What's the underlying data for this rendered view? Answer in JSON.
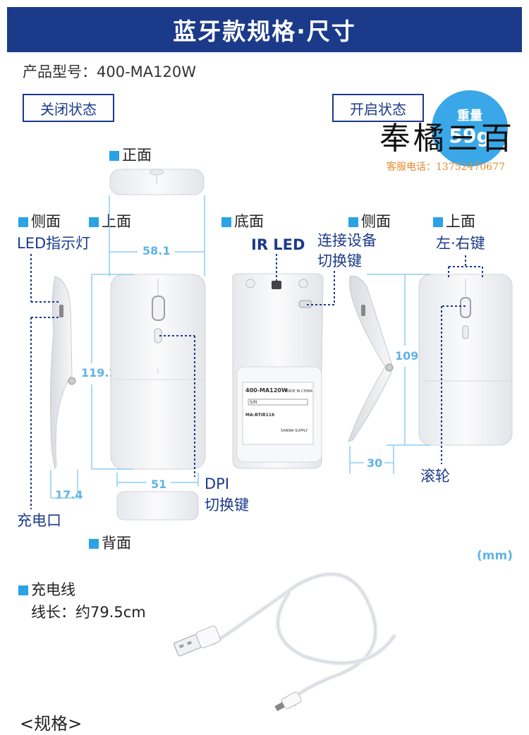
{
  "banner": {
    "title": "蓝牙款规格·尺寸"
  },
  "model": {
    "text": "产品型号：400-MA120W"
  },
  "states": {
    "closed": "关闭状态",
    "open": "开启状态"
  },
  "weight": {
    "label": "重量",
    "value": "59g"
  },
  "watermark": {
    "text": "奉橘三百",
    "tel": "客服电话：13752470677"
  },
  "views": {
    "front": "正面",
    "side": "侧面",
    "top": "上面",
    "bottom": "底面",
    "back": "背面"
  },
  "annotations": {
    "led": "LED指示灯",
    "ir_led": "IR LED",
    "connect_line1": "连接设备",
    "connect_line2": "切换键",
    "lr_keys": "左·右键",
    "dpi_line1": "DPI",
    "dpi_line2": "切换键",
    "charge_port": "充电口",
    "wheel": "滚轮"
  },
  "dimensions": {
    "width_top": "58.1",
    "height_closed": "119.2",
    "depth_closed": "17.4",
    "width_bottom": "51",
    "height_open": "109",
    "depth_open": "30"
  },
  "unit": "(mm)",
  "label_text": {
    "model": "400-MA120W",
    "made": "MADE IN CHINA",
    "sn": "S/N",
    "code": "MA-BTIR116",
    "brand": "SANWA SUPPLY"
  },
  "cable": {
    "title": "充电线",
    "length": "线长：约79.5cm"
  },
  "spec": {
    "title": "<规格>"
  }
}
